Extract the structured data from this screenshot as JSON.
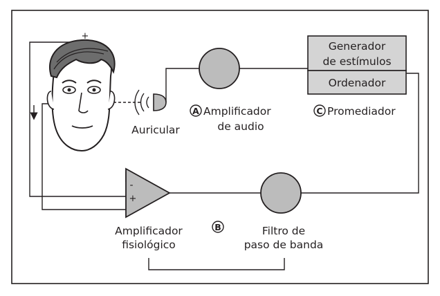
{
  "labels": {
    "generator_line1": "Generador",
    "generator_line2": "de estímulos",
    "computer": "Ordenador",
    "earphone": "Auricular",
    "audio_amp_line1": "Amplificador",
    "audio_amp_line2": "de audio",
    "averager": "Promediador",
    "physio_amp_line1": "Amplificador",
    "physio_amp_line2": "fisiológico",
    "filter_line1": "Filtro de",
    "filter_line2": "paso de banda",
    "plus_top": "+",
    "minus_input": "-",
    "plus_input": "+"
  },
  "markers": {
    "a": "A",
    "b": "B",
    "c": "C"
  },
  "colors": {
    "stroke": "#231f20",
    "circle_fill": "#bcbcbc",
    "box_fill": "#d4d4d4",
    "face_fill": "#ffffff",
    "hair_fill": "#6d6d6d"
  }
}
